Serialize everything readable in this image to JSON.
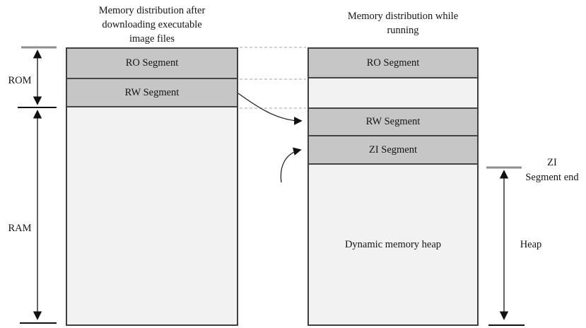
{
  "diagram": {
    "left_title": "Memory distribution after\ndownloading executable\nimage files",
    "right_title": "Memory distribution while\nrunning",
    "left_column": {
      "ro_label": "RO Segment",
      "rw_label": "RW Segment"
    },
    "right_column": {
      "ro_label": "RO Segment",
      "rw_label": "RW Segment",
      "zi_label": "ZI Segment",
      "heap_label": "Dynamic memory heap"
    },
    "side_labels": {
      "rom": "ROM",
      "ram": "RAM",
      "zi_end": "ZI\nSegment end",
      "heap": "Heap"
    },
    "icons": {
      "measure_arrows": "double-headed-arrow-icon",
      "flow_arrows": "curved-arrow-icon"
    },
    "colors": {
      "segment_fill": "#c6c6c6",
      "light_fill": "#f2f2f2",
      "border": "#3f3f3f",
      "tick_gray": "#8f8f8f",
      "tick_black": "#111111",
      "arrow_stroke": "#222222",
      "dashed_line": "#c2c2c2",
      "background": "#ffffff"
    }
  }
}
